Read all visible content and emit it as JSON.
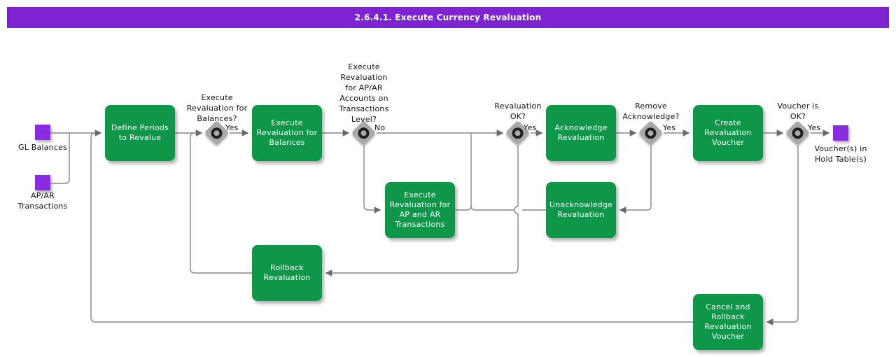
{
  "title": "2.6.4.1. Execute Currency Revaluation",
  "colors": {
    "banner_purple": "#7e23d2",
    "data_object_purple": "#8a2be2",
    "process_green": "#0e9749",
    "connector_gray": "#858585",
    "decision_gray": "#a9a9a9"
  },
  "data_objects": [
    {
      "label": "GL Balances"
    },
    {
      "label": "AP/AR Transactions"
    },
    {
      "label": "Voucher(s) in Hold Table(s)"
    }
  ],
  "processes": [
    {
      "label": "Define Periods to Revalue"
    },
    {
      "label": "Execute Revaluation for Balances"
    },
    {
      "label": "Execute Revaluation for AP and AR Transactions"
    },
    {
      "label": "Acknowledge Revaluation"
    },
    {
      "label": "Unacknowledge Revaluation"
    },
    {
      "label": "Create Revaluation Voucher"
    },
    {
      "label": "Rollback Revaluation"
    },
    {
      "label": "Cancel and Rollback Revaluation Voucher"
    }
  ],
  "decisions": [
    {
      "label": "Execute Revaluation for Balances?",
      "branch": "Yes"
    },
    {
      "label": "Execute Revaluation for AP/AR Accounts on Transactions Level?",
      "branch": "No"
    },
    {
      "label": "Revaluation OK?",
      "branch": "Yes"
    },
    {
      "label": "Remove Acknowledge?",
      "branch": "Yes"
    },
    {
      "label": "Voucher is OK?",
      "branch": "Yes"
    }
  ]
}
